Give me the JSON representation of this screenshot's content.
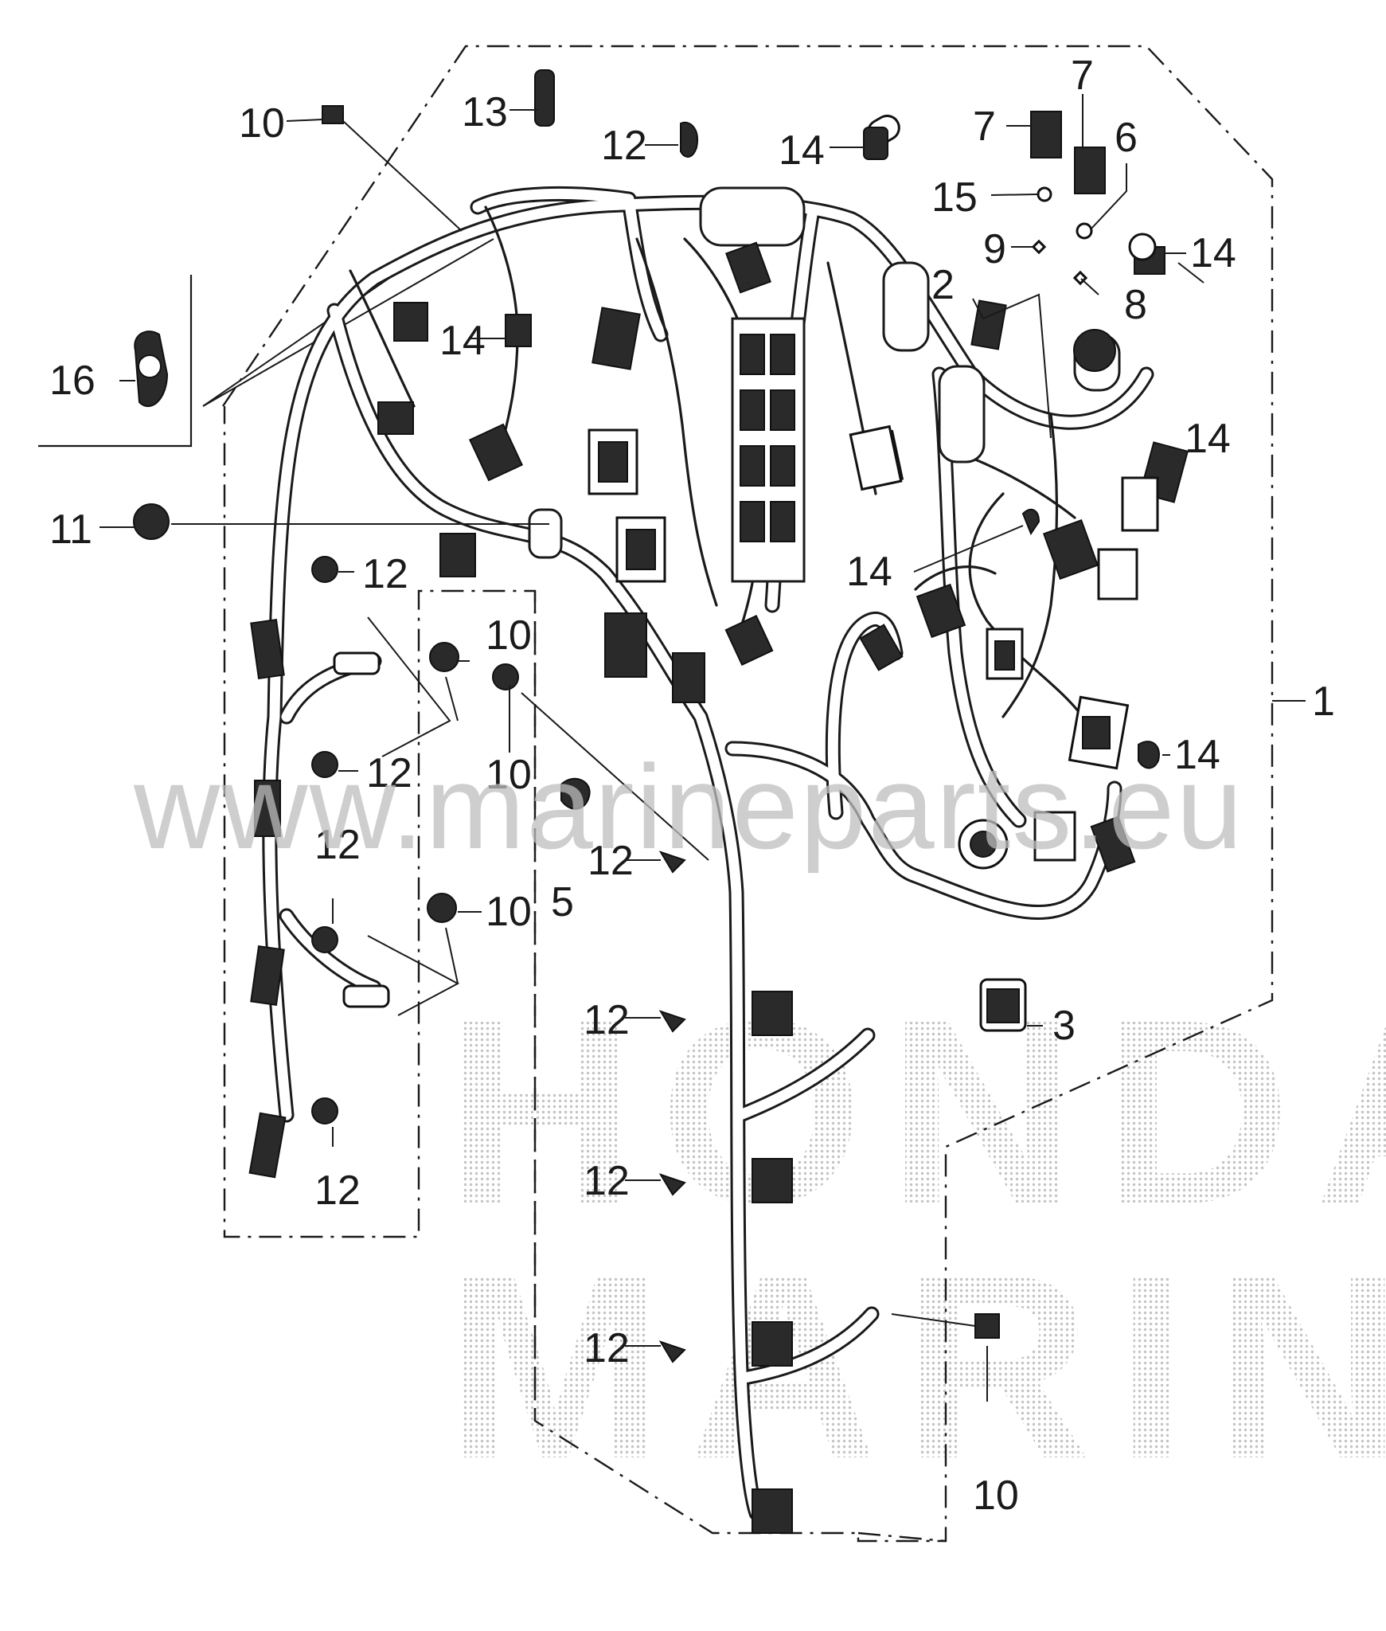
{
  "watermark": {
    "url": "www.marineparts.eu",
    "brand_line1": "HONDA",
    "brand_line2": "MARINE"
  },
  "callouts": [
    {
      "id": "c1",
      "label": "1"
    },
    {
      "id": "c2",
      "label": "2"
    },
    {
      "id": "c3",
      "label": "3"
    },
    {
      "id": "c5",
      "label": "5"
    },
    {
      "id": "c6",
      "label": "6"
    },
    {
      "id": "c7a",
      "label": "7"
    },
    {
      "id": "c7b",
      "label": "7"
    },
    {
      "id": "c8",
      "label": "8"
    },
    {
      "id": "c9",
      "label": "9"
    },
    {
      "id": "c10a",
      "label": "10"
    },
    {
      "id": "c10b",
      "label": "10"
    },
    {
      "id": "c10c",
      "label": "10"
    },
    {
      "id": "c10d",
      "label": "10"
    },
    {
      "id": "c10e",
      "label": "10"
    },
    {
      "id": "c11",
      "label": "11"
    },
    {
      "id": "c12a",
      "label": "12"
    },
    {
      "id": "c12b",
      "label": "12"
    },
    {
      "id": "c12c",
      "label": "12"
    },
    {
      "id": "c12d",
      "label": "12"
    },
    {
      "id": "c12e",
      "label": "12"
    },
    {
      "id": "c12f",
      "label": "12"
    },
    {
      "id": "c12g",
      "label": "12"
    },
    {
      "id": "c12h",
      "label": "12"
    },
    {
      "id": "c12i",
      "label": "12"
    },
    {
      "id": "c13",
      "label": "13"
    },
    {
      "id": "c14a",
      "label": "14"
    },
    {
      "id": "c14b",
      "label": "14"
    },
    {
      "id": "c14c",
      "label": "14"
    },
    {
      "id": "c14d",
      "label": "14"
    },
    {
      "id": "c14e",
      "label": "14"
    },
    {
      "id": "c14f",
      "label": "14"
    },
    {
      "id": "c15",
      "label": "15"
    },
    {
      "id": "c16",
      "label": "16"
    }
  ]
}
